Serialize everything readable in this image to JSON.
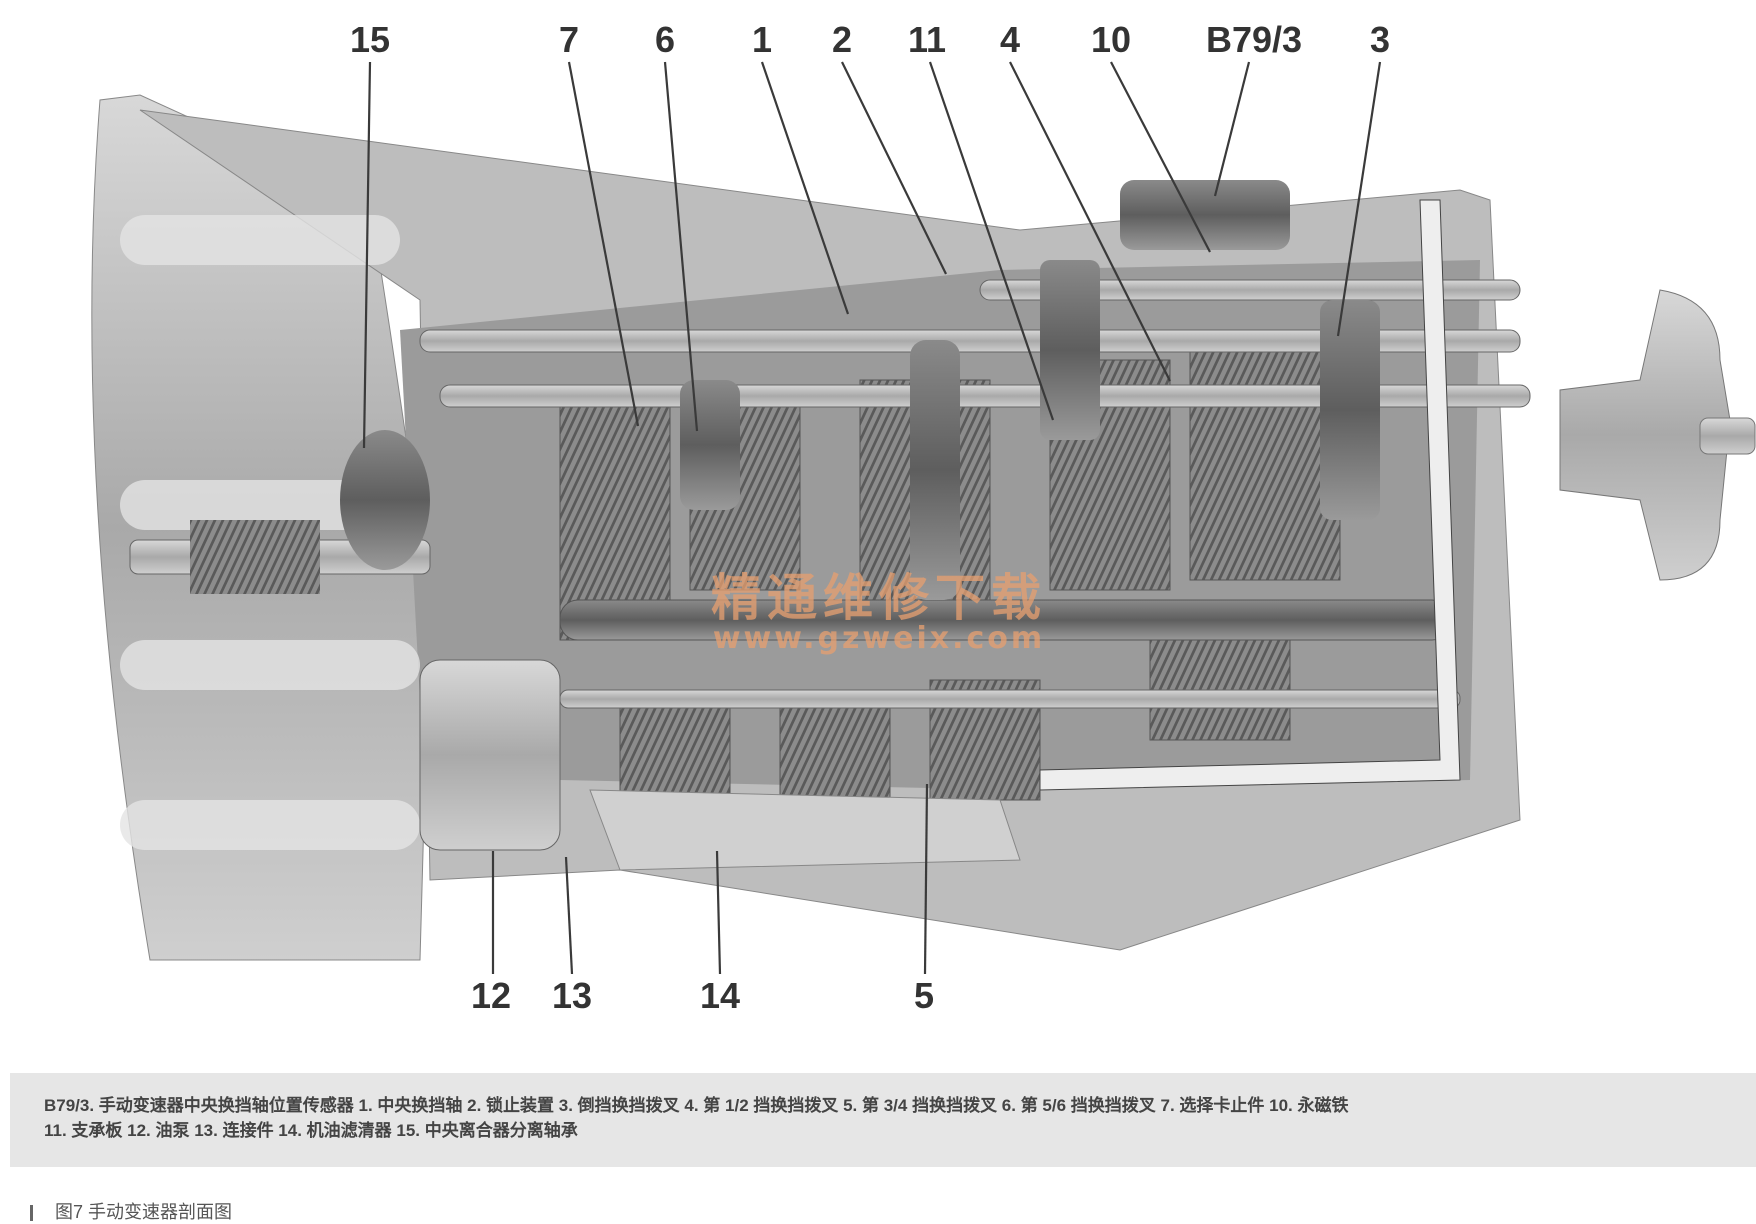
{
  "callouts": {
    "top": [
      "15",
      "7",
      "6",
      "1",
      "2",
      "11",
      "4",
      "10",
      "B79/3",
      "3"
    ],
    "bottom": [
      "12",
      "13",
      "14",
      "5"
    ]
  },
  "watermark": {
    "title": "精通维修下载",
    "url": "www.gzweix.com"
  },
  "caption": {
    "line1": "B79/3. 手动变速器中央换挡轴位置传感器  1. 中央换挡轴  2. 锁止装置  3. 倒挡换挡拨叉  4. 第 1/2 挡换挡拨叉  5. 第 3/4 挡换挡拨叉  6. 第 5/6 挡换挡拨叉  7. 选择卡止件  10. 永磁铁",
    "line2": "11. 支承板  12. 油泵  13. 连接件  14. 机油滤清器  15. 中央离合器分离轴承"
  },
  "figure_label": "图7  手动变速器剖面图"
}
